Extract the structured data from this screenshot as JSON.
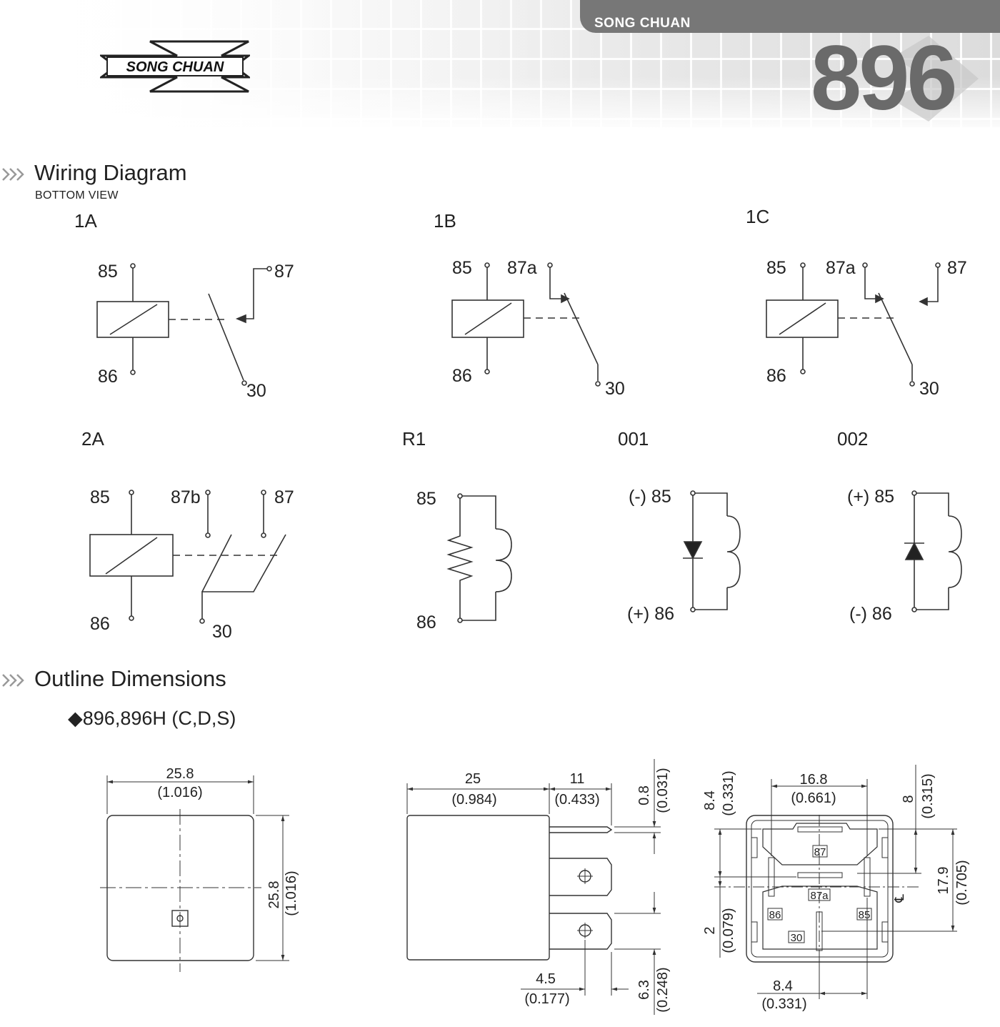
{
  "header": {
    "brand": "SONG CHUAN",
    "logo_text": "SONG CHUAN",
    "model": "896"
  },
  "wiring": {
    "title": "Wiring Diagram",
    "subtitle": "BOTTOM VIEW",
    "d1A": {
      "label": "1A",
      "t85": "85",
      "t86": "86",
      "t87": "87",
      "t30": "30"
    },
    "d1B": {
      "label": "1B",
      "t85": "85",
      "t86": "86",
      "t87a": "87a",
      "t30": "30"
    },
    "d1C": {
      "label": "1C",
      "t85": "85",
      "t86": "86",
      "t87a": "87a",
      "t87": "87",
      "t30": "30"
    },
    "d2A": {
      "label": "2A",
      "t85": "85",
      "t86": "86",
      "t87b": "87b",
      "t87": "87",
      "t30": "30"
    },
    "dR1": {
      "label": "R1",
      "t85": "85",
      "t86": "86"
    },
    "d001": {
      "label": "001",
      "t85": "(-) 85",
      "t86": "(+) 86"
    },
    "d002": {
      "label": "002",
      "t85": "(+) 85",
      "t86": "(-) 86"
    }
  },
  "outline": {
    "title": "Outline Dimensions",
    "variant": "◆896,896H (C,D,S)",
    "top_view": {
      "w": "25.8",
      "w_in": "(1.016)",
      "h": "25.8",
      "h_in": "(1.016)"
    },
    "side_view": {
      "body": "25",
      "body_in": "(0.984)",
      "pin": "11",
      "pin_in": "(0.433)",
      "thick": "0.8",
      "thick_in": "(0.031)",
      "pitch": "4.5",
      "pitch_in": "(0.177)",
      "width": "6.3",
      "width_in": "(0.248)"
    },
    "bottom_view": {
      "d1": "16.8",
      "d1_in": "(0.661)",
      "d2": "8.4",
      "d2_in": "(0.331)",
      "d3": "8",
      "d3_in": "(0.315)",
      "d4": "17.9",
      "d4_in": "(0.705)",
      "d5": "2",
      "d5_in": "(0.079)",
      "d6": "8.4",
      "d6_in": "(0.331)",
      "p87": "87",
      "p87a": "87a",
      "p86": "86",
      "p85": "85",
      "p30": "30",
      "cl": "℄"
    }
  }
}
